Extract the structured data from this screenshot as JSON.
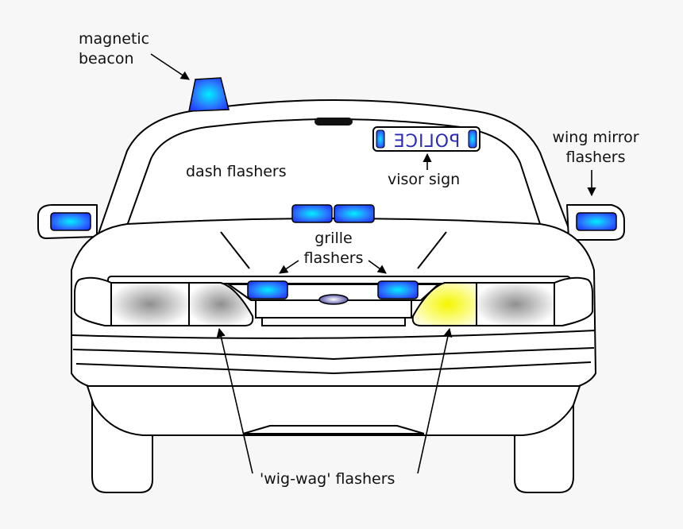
{
  "colors": {
    "background": "#f7f7f7",
    "outline": "#000000",
    "body_fill": "#ffffff",
    "flasher_blue": "#1f3cff",
    "flasher_glow": "#00e5ff",
    "wigwag_yellow": "#ffff3c",
    "headlamp_grey": "#9a9a9a",
    "sign_text": "#2b2bb8"
  },
  "labels": {
    "magnetic_beacon": [
      "magnetic",
      "beacon"
    ],
    "dash_flashers": "dash flashers",
    "visor_sign": "visor sign",
    "wing_mirror_flashers": [
      "wing mirror",
      "flashers"
    ],
    "grille_flashers": [
      "grille",
      "flashers"
    ],
    "wig_wag_flashers": "'wig-wag' flashers"
  },
  "visor_sign_text": "POLICE"
}
